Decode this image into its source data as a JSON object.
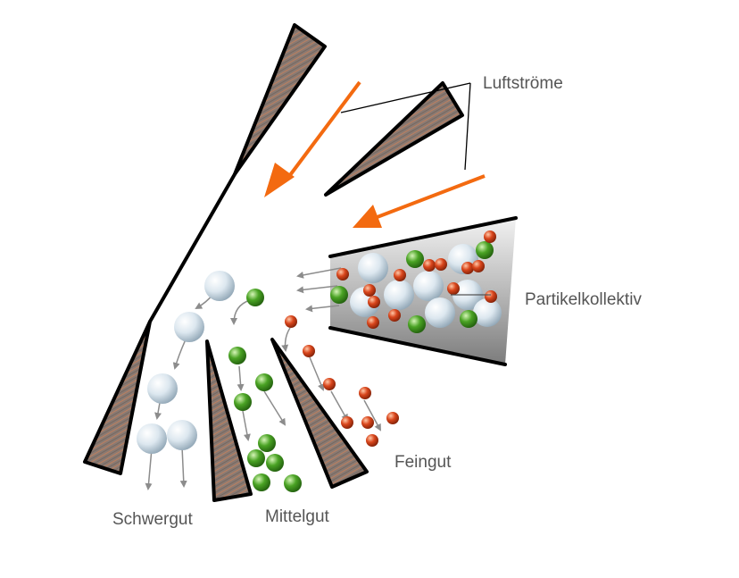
{
  "labels": {
    "air_streams": "Luftströme",
    "particle_collective": "Partikelkollektiv",
    "coarse": "Schwergut",
    "medium": "Mittelgut",
    "fine": "Feingut"
  },
  "colors": {
    "air_arrow": "#f36a10",
    "blade_fill": "#8a7a72",
    "blade_stroke": "#000000",
    "coarse_particle": "#d7e3ec",
    "medium_particle": "#3f9a1c",
    "fine_particle": "#d2441b",
    "trajectory": "#8c8c8c",
    "label_text": "#555555"
  }
}
